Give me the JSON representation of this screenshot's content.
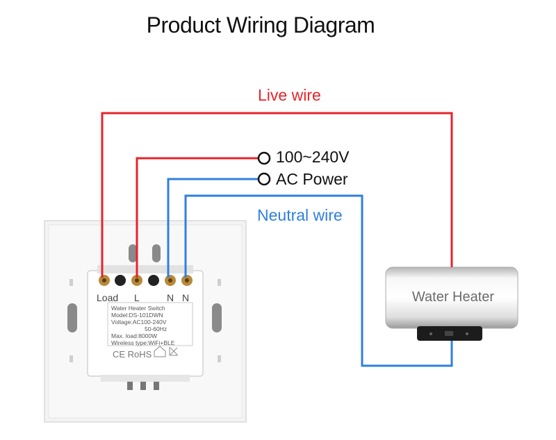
{
  "title": "Product Wiring Diagram",
  "live_label": "Live wire",
  "neutral_label": "Neutral wire",
  "terminal_labels": [
    "100~240V",
    "AC Power"
  ],
  "heater_label": "Water Heater",
  "module": {
    "terminals": [
      "Load",
      "L",
      "N",
      "N"
    ],
    "lines": [
      "Water Heater Switch",
      "Model:DS-101DWN",
      "Voltage:AC100-240V",
      "50-60Hz",
      "Max. load:8000W",
      "Wireless type:WiFi+BLE"
    ],
    "marks": "CE RoHS"
  },
  "colors": {
    "live": "#e8232a",
    "neutral": "#2f7fe0"
  }
}
